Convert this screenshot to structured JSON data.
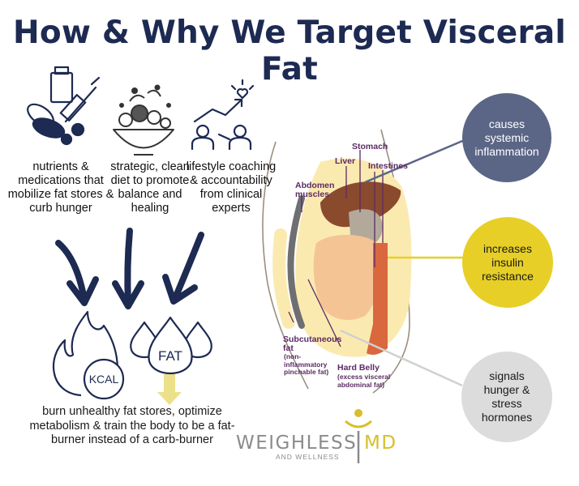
{
  "title": "How & Why We Target Visceral Fat",
  "columns": [
    {
      "caption": "nutrients & medications that mobilize fat stores & curb hunger"
    },
    {
      "caption": "strategic, clean diet to promote balance and healing"
    },
    {
      "caption": "lifestyle coaching & accountability from clinical experts"
    }
  ],
  "flame_label": "KCAL",
  "drop_label": "FAT",
  "bottom_text": "burn unhealthy fat stores, optimize metabolism & train the body to be a fat-burner instead of a carb-burner",
  "anatomy": {
    "stomach": "Stomach",
    "liver": "Liver",
    "intestines": "Intestines",
    "abdomen_muscles": "Abdomen muscles",
    "subcutaneous_fat": "Subcutaneous fat",
    "subcutaneous_note": "(non-inflammatory pinchable fat)",
    "hard_belly": "Hard Belly",
    "hard_belly_note": "(excess visceral abdominal fat)"
  },
  "effects": [
    {
      "text": "causes systemic inflammation",
      "color": "#5b6686"
    },
    {
      "text": "increases insulin resistance",
      "color": "#e7cf27"
    },
    {
      "text": "signals hunger & stress hormones",
      "color": "#dcdcdc"
    }
  ],
  "logo": {
    "main": "WEIGHLESS",
    "md": "MD",
    "sub": "AND WELLNESS"
  },
  "colors": {
    "navy": "#1d2a52",
    "yellow": "#e7cf27",
    "label_purple": "#5b2a63"
  }
}
